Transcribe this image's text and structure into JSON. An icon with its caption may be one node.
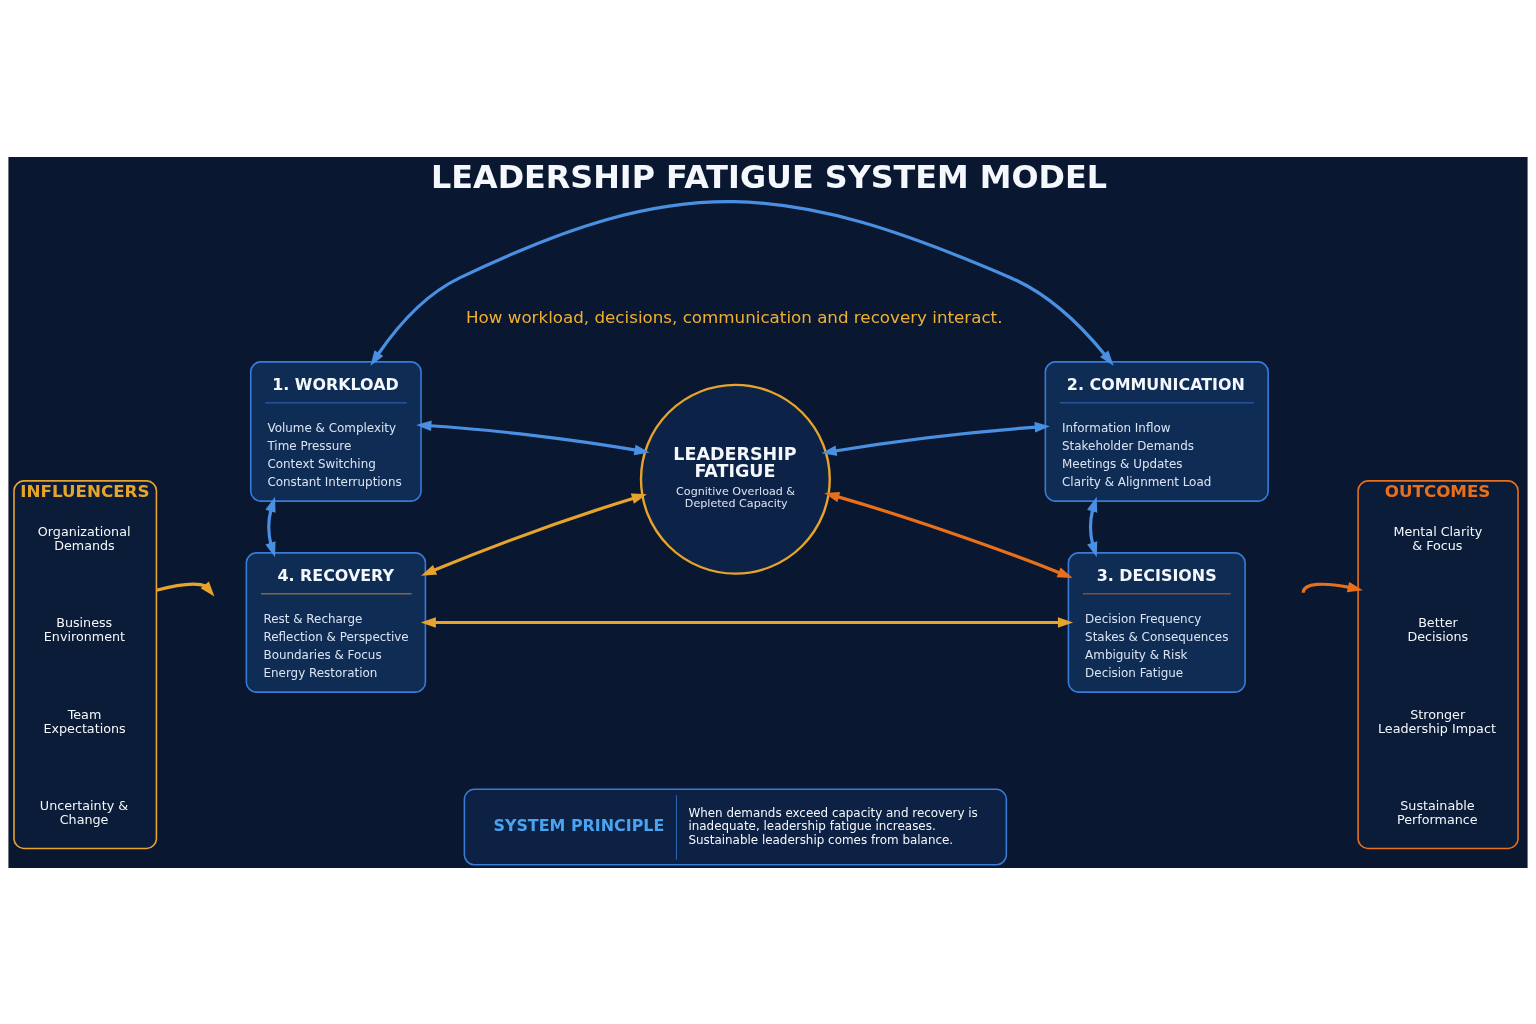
{
  "diagram": {
    "title": "LEADERSHIP FATIGUE SYSTEM MODEL",
    "nodes": [
      {
        "text": [
          "INFLUENCERS"
        ]
      },
      {
        "text": [
          "Organizational Demands"
        ],
        "in": 0
      },
      {
        "text": [
          "Business Environment"
        ],
        "in": 0
      },
      {
        "text": [
          "Team Expectations"
        ],
        "in": 0
      },
      {
        "text": [
          "Uncertainty & Change"
        ],
        "in": 0
      },
      {
        "text": [
          "1. WORKLOAD",
          "Volume & Complexity",
          "Time Pressure",
          "Context Switching",
          "Constant Interruptions"
        ]
      },
      {
        "text": [
          "2. COMMUNICATION",
          "Information Inflow",
          "Stakeholder Demands",
          "Meetings & Updates",
          "Clarity & Alignment Load"
        ]
      },
      {
        "text": [
          "LEADERSHIP FATIGUE",
          "Cognitive Overload & Depleted Capacity"
        ]
      },
      {
        "text": [
          "4. RECOVERY",
          "Rest & Recharge",
          "Reflection & Perspective",
          "Boundaries & Focus",
          "Energy Restoration"
        ]
      },
      {
        "text": [
          "3. DECISIONS",
          "Decision Frequency",
          "Stakes & Consequences",
          "Ambiguity & Risk",
          "Decision Fatigue"
        ]
      },
      {
        "text": [
          "OUTCOMES"
        ]
      },
      {
        "text": [
          "Mental Clarity & Focus"
        ],
        "in": 10
      },
      {
        "text": [
          "Better Decisions"
        ],
        "in": 10
      },
      {
        "text": [
          "Stronger Leadership Impact"
        ],
        "in": 10
      },
      {
        "text": [
          "Sustainable Performance"
        ],
        "in": 10
      },
      {
        "text": [
          "SYSTEM PRINCIPLE",
          "When demands exceed capacity and recovery is inadequate, leadership fatigue increases. Sustainable leadership comes from balance."
        ]
      }
    ],
    "edges": [
      {
        "from": 5,
        "to": 6,
        "arrow": "both"
      },
      {
        "from": 5,
        "to": 7,
        "arrow": "both"
      },
      {
        "from": 7,
        "to": 6,
        "arrow": "both"
      },
      {
        "from": 5,
        "to": 8,
        "arrow": "both"
      },
      {
        "from": 6,
        "to": 9,
        "arrow": "both"
      },
      {
        "from": 8,
        "to": 7,
        "arrow": "both",
        "color": "#e6a42c"
      },
      {
        "from": 7,
        "to": 9,
        "arrow": "both",
        "color": "#e8701a"
      },
      {
        "from": 8,
        "to": 9,
        "arrow": "both",
        "color": "#e6a42c"
      },
      {
        "from": 0,
        "to": null,
        "arrow": "to",
        "color": "#e6a42c"
      },
      {
        "from": null,
        "to": 10,
        "arrow": "to",
        "color": "#e8701a"
      }
    ],
    "labels": [
      "How workload, decisions, communication and recovery interact."
    ]
  }
}
